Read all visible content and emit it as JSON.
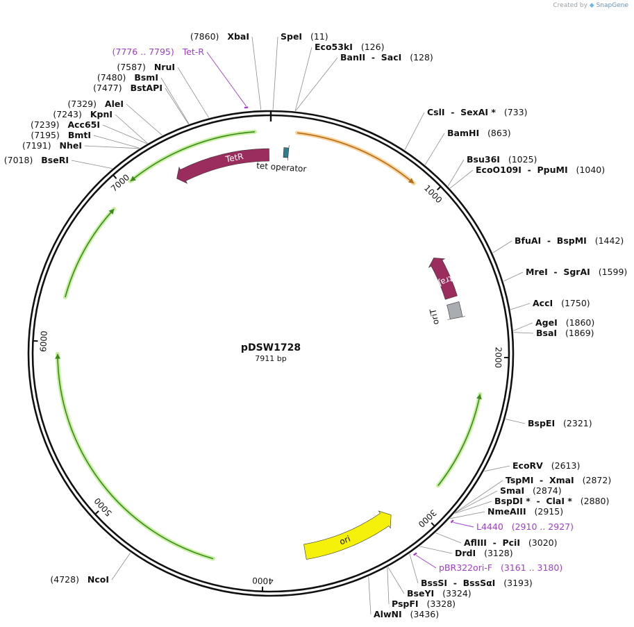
{
  "credit": {
    "created_by": "Created by",
    "brand": "SnapGene",
    "logo_icon": "snapgene-logo-icon"
  },
  "plasmid": {
    "name": "pDSW1728",
    "length_label": "7911 bp",
    "length": 7911
  },
  "ticks": [
    "1000",
    "2000",
    "3000",
    "4000",
    "5000",
    "6000",
    "7000"
  ],
  "restriction_sites": [
    {
      "name": "SpeI",
      "pos": 11,
      "label": "(11)"
    },
    {
      "name": "Eco53kI",
      "pos": 126,
      "label": "(126)"
    },
    {
      "name": "BanII  -  SacI",
      "pos": 128,
      "label": "(128)"
    },
    {
      "name": "CslI  -  SexAI *",
      "pos": 733,
      "label": "(733)"
    },
    {
      "name": "BamHI",
      "pos": 863,
      "label": "(863)"
    },
    {
      "name": "Bsu36I",
      "pos": 1025,
      "label": "(1025)"
    },
    {
      "name": "EcoO109I  -  PpuMI",
      "pos": 1040,
      "label": "(1040)"
    },
    {
      "name": "BfuAI  -  BspMI",
      "pos": 1442,
      "label": "(1442)"
    },
    {
      "name": "MreI  -  SgrAI",
      "pos": 1599,
      "label": "(1599)"
    },
    {
      "name": "AccI",
      "pos": 1750,
      "label": "(1750)"
    },
    {
      "name": "AgeI",
      "pos": 1860,
      "label": "(1860)"
    },
    {
      "name": "BsaI",
      "pos": 1869,
      "label": "(1869)"
    },
    {
      "name": "BspEI",
      "pos": 2321,
      "label": "(2321)"
    },
    {
      "name": "EcoRV",
      "pos": 2613,
      "label": "(2613)"
    },
    {
      "name": "TspMI  -  XmaI",
      "pos": 2872,
      "label": "(2872)"
    },
    {
      "name": "SmaI",
      "pos": 2874,
      "label": "(2874)"
    },
    {
      "name": "BspDI *  -  ClaI *",
      "pos": 2880,
      "label": "(2880)"
    },
    {
      "name": "NmeAIII",
      "pos": 2915,
      "label": "(2915)"
    },
    {
      "name": "AflIII  -  PciI",
      "pos": 3020,
      "label": "(3020)"
    },
    {
      "name": "DrdI",
      "pos": 3128,
      "label": "(3128)"
    },
    {
      "name": "BssSI  -  BssSαI",
      "pos": 3193,
      "label": "(3193)"
    },
    {
      "name": "BseYI",
      "pos": 3324,
      "label": "(3324)"
    },
    {
      "name": "PspFI",
      "pos": 3328,
      "label": "(3328)"
    },
    {
      "name": "AlwNI",
      "pos": 3436,
      "label": "(3436)"
    },
    {
      "name": "NcoI",
      "pos": 4728,
      "label": "(4728)"
    },
    {
      "name": "BseRI",
      "pos": 7018,
      "label": "(7018)"
    },
    {
      "name": "NheI",
      "pos": 7191,
      "label": "(7191)"
    },
    {
      "name": "BmtI",
      "pos": 7195,
      "label": "(7195)"
    },
    {
      "name": "Acc65I",
      "pos": 7239,
      "label": "(7239)"
    },
    {
      "name": "KpnI",
      "pos": 7243,
      "label": "(7243)"
    },
    {
      "name": "AleI",
      "pos": 7329,
      "label": "(7329)"
    },
    {
      "name": "BstAPI",
      "pos": 7477,
      "label": "(7477)"
    },
    {
      "name": "BsmI",
      "pos": 7480,
      "label": "(7480)"
    },
    {
      "name": "NruI",
      "pos": 7587,
      "label": "(7587)"
    },
    {
      "name": "XbaI",
      "pos": 7860,
      "label": "(7860)"
    }
  ],
  "primer_sites": [
    {
      "name": "Tet-R",
      "start": 7776,
      "end": 7795,
      "label": "(7776 .. 7795)"
    },
    {
      "name": "L4440",
      "start": 2910,
      "end": 2927,
      "label": "(2910 .. 2927)"
    },
    {
      "name": "pBR322ori-F",
      "start": 3161,
      "end": 3180,
      "label": "(3161 .. 3180)"
    }
  ],
  "features": [
    {
      "name": "TetR",
      "color": "#9b2c5e"
    },
    {
      "name": "tet operator",
      "color": "#2e7d8c"
    },
    {
      "name": "traJ",
      "color": "#9b2c5e"
    },
    {
      "name": "oriT",
      "color": "#a9adb2"
    },
    {
      "name": "ori",
      "color": "#f5f10a"
    }
  ],
  "colors": {
    "backbone": "#111111",
    "orf_green": "#3c8a1e",
    "orf_green_glow": "#c6ef9f",
    "orf_orange": "#b06d1a",
    "orf_orange_glow": "#fbd39a",
    "primer": "#a23ad1",
    "leader": "#8c8c8c"
  }
}
